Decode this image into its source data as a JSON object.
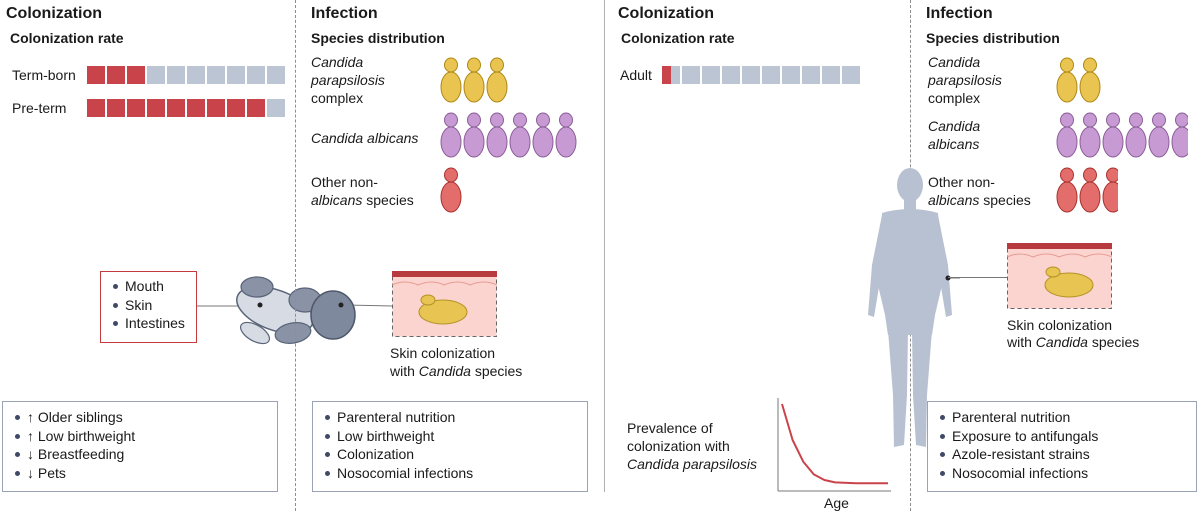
{
  "left": {
    "colonization": {
      "heading": "Colonization",
      "rate_label": "Colonization rate",
      "rows": [
        {
          "label": "Term-born",
          "filled": 3,
          "total": 10
        },
        {
          "label": "Pre-term",
          "filled": 9,
          "total": 10
        }
      ],
      "sites": [
        "Mouth",
        "Skin",
        "Intestines"
      ],
      "risk_factors": [
        "↑ Older siblings",
        "↑ Low birthweight",
        "↓ Breastfeeding",
        "↓ Pets"
      ]
    },
    "infection": {
      "heading": "Infection",
      "dist_label": "Species distribution",
      "species": [
        {
          "lines": [
            "Candida",
            "parapsilosis",
            "complex"
          ],
          "italic": [
            true,
            true,
            false
          ],
          "count": 3,
          "color": "#e9c451"
        },
        {
          "lines": [
            "Candida albicans"
          ],
          "italic": [
            true
          ],
          "count": 6,
          "color": "#c79ad3"
        },
        {
          "lines": [
            "Other non-",
            "albicans species"
          ],
          "count": 1,
          "color": "#e36d6a"
        }
      ],
      "skin_caption_1": "Skin colonization",
      "skin_caption_2_italic": "Candida",
      "skin_caption_2_rest": " species",
      "risk_factors": [
        "Parenteral nutrition",
        "Low birthweight",
        "Colonization",
        "Nosocomial infections"
      ]
    }
  },
  "right": {
    "colonization": {
      "heading": "Colonization",
      "rate_label": "Colonization rate",
      "rows": [
        {
          "label": "Adult",
          "filled": 0.5,
          "total": 10
        }
      ],
      "prevalence_label": [
        "Prevalence of",
        "colonization with"
      ],
      "prevalence_species": "Candida parapsilosis",
      "age_label": "Age",
      "prevalence_curve": [
        [
          0,
          1.0
        ],
        [
          0.1,
          0.55
        ],
        [
          0.2,
          0.28
        ],
        [
          0.3,
          0.12
        ],
        [
          0.4,
          0.05
        ],
        [
          0.5,
          0.02
        ],
        [
          0.7,
          0.01
        ],
        [
          1.0,
          0.01
        ]
      ]
    },
    "infection": {
      "heading": "Infection",
      "dist_label": "Species distribution",
      "species": [
        {
          "lines": [
            "Candida",
            "parapsilosis",
            "complex"
          ],
          "italic": [
            true,
            true,
            false
          ],
          "count": 2,
          "color": "#e9c451"
        },
        {
          "lines": [
            "Candida",
            "albicans"
          ],
          "italic": [
            true,
            true
          ],
          "count": 6,
          "color": "#c79ad3"
        },
        {
          "lines": [
            "Other non-",
            "albicans species"
          ],
          "count": 3,
          "color": "#e36d6a"
        }
      ],
      "skin_caption_1": "Skin colonization",
      "skin_caption_2_prefix": "with ",
      "skin_caption_2_italic": "Candida",
      "skin_caption_2_rest": " species",
      "risk_factors": [
        "Parenteral nutrition",
        "Exposure to antifungals",
        "Azole-resistant strains",
        "Nosocomial infections"
      ]
    }
  },
  "colors": {
    "filled": "#c9444a",
    "empty": "#bcc5d3",
    "divider": "#a0a0a0",
    "curve": "#c9444a",
    "silhouette": "#b8c1d1"
  }
}
